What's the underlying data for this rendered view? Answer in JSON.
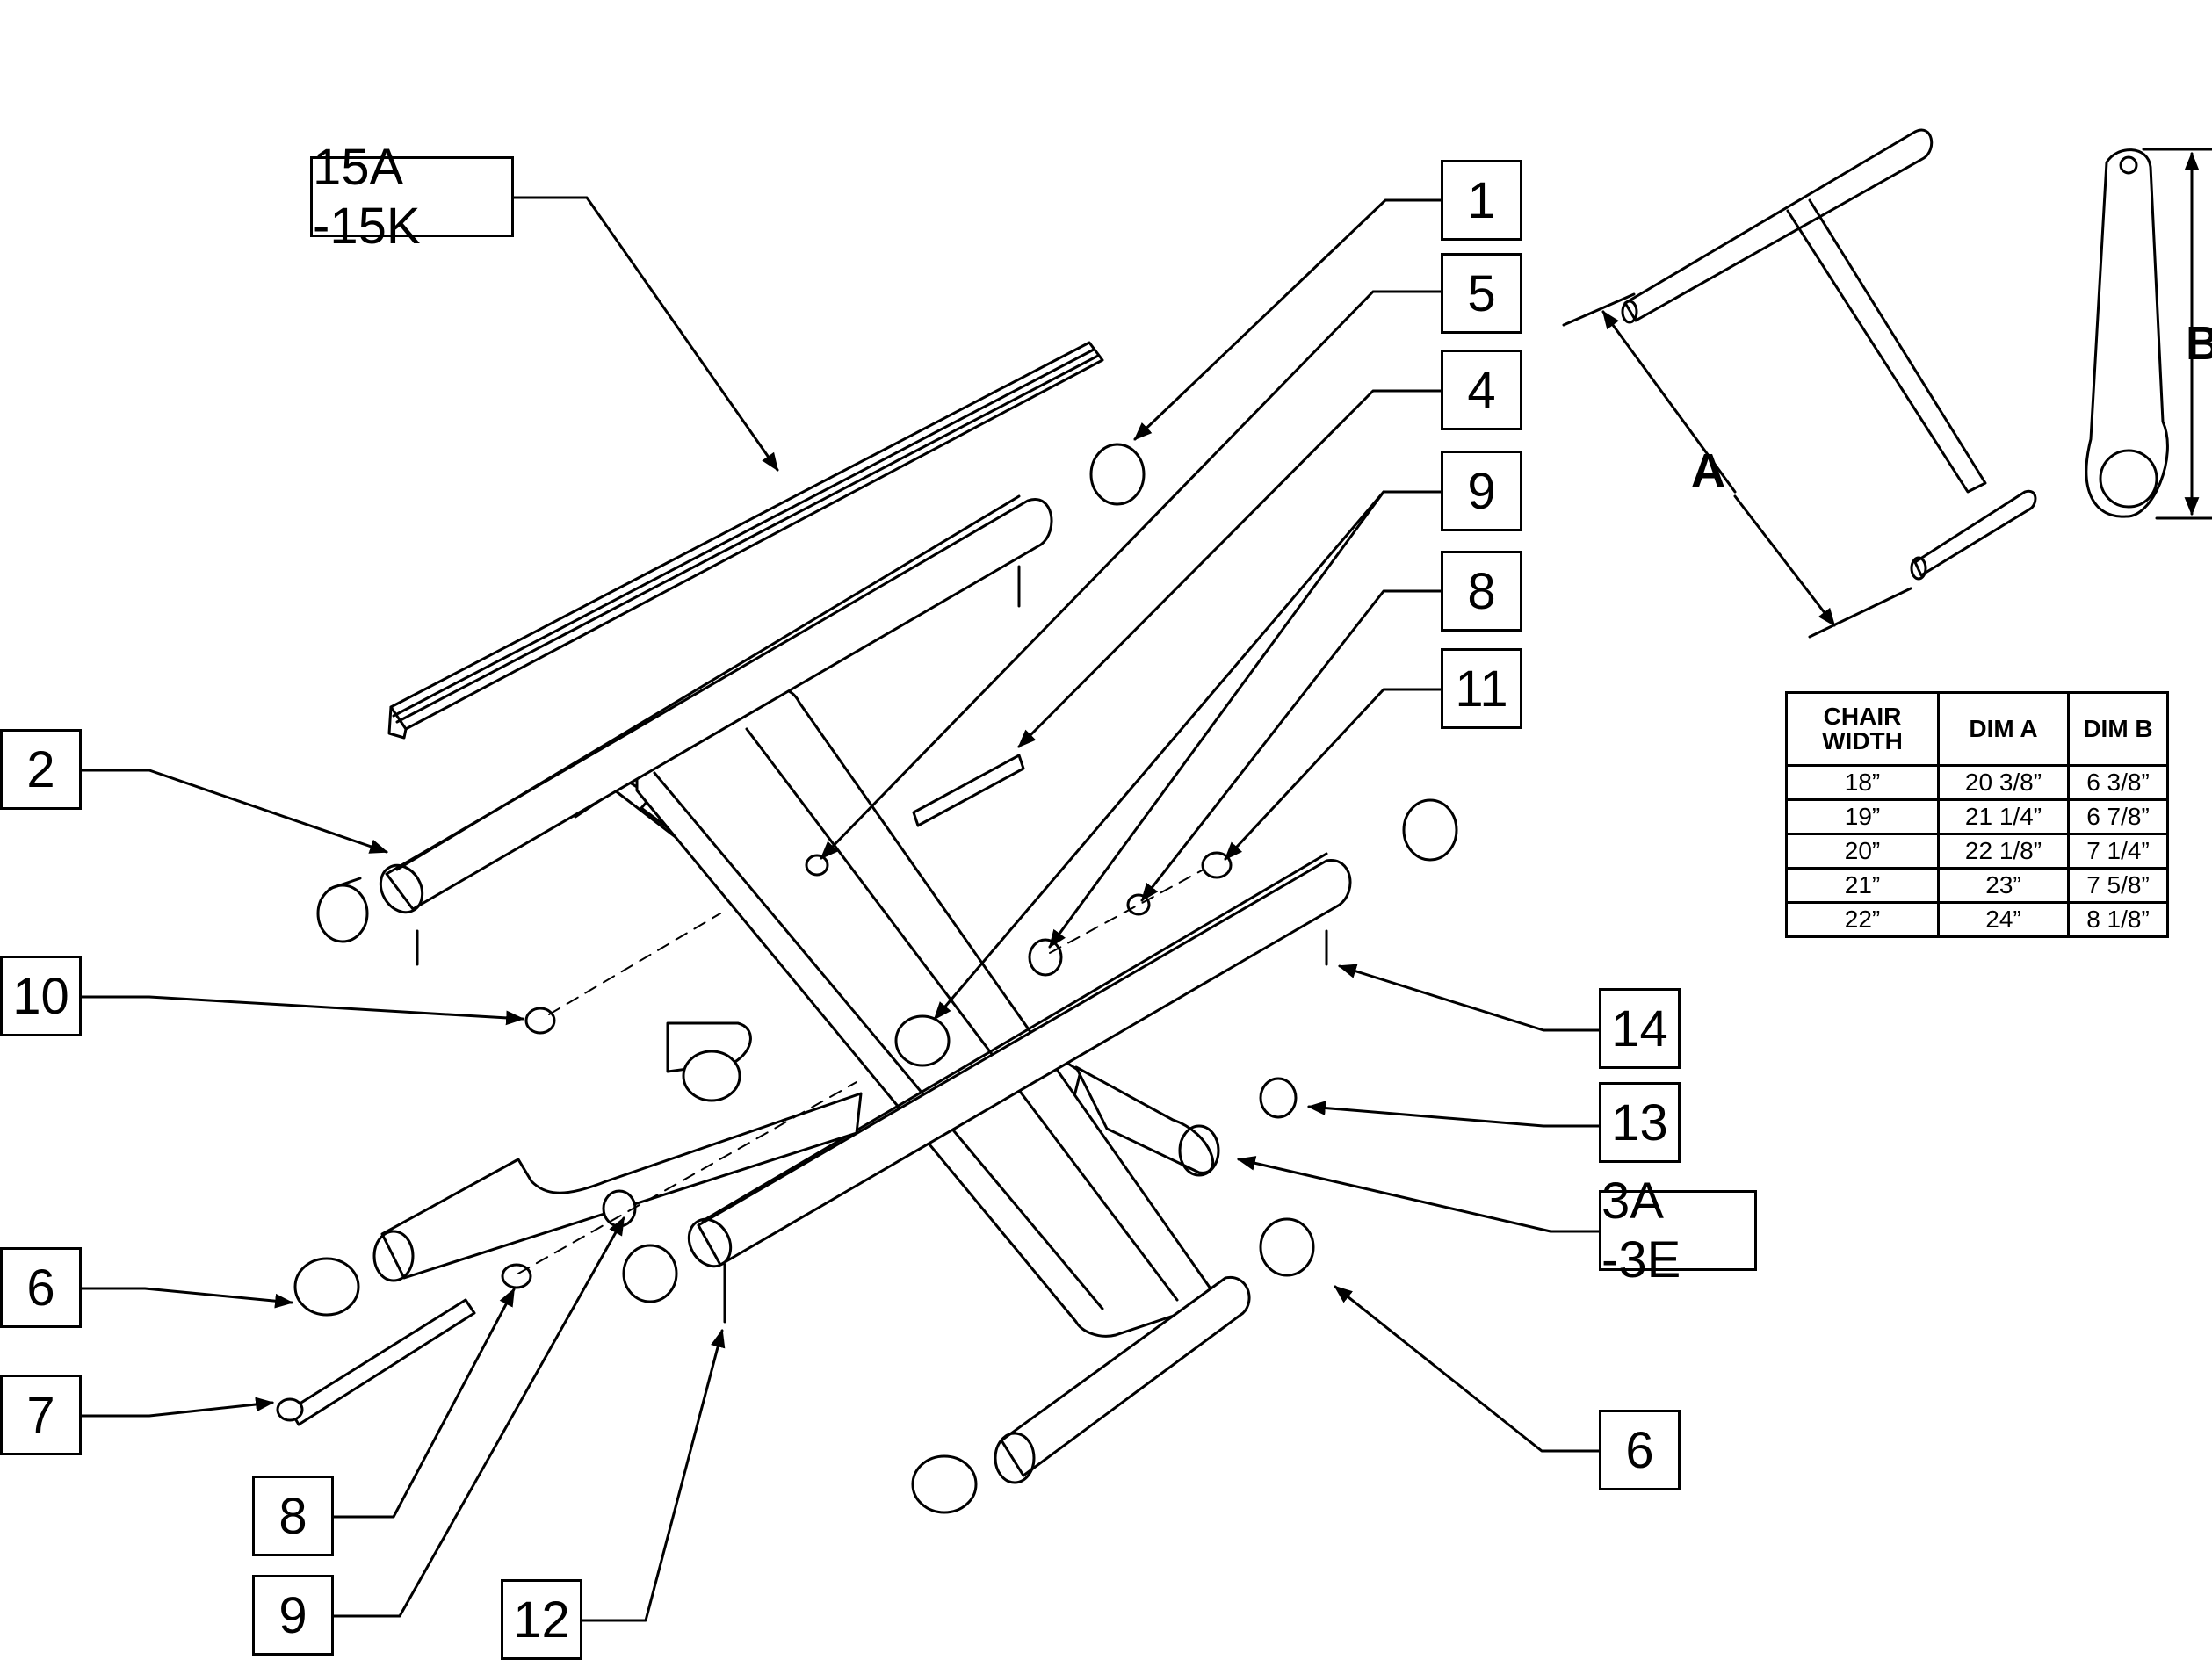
{
  "callouts": {
    "c15": "15A -15K",
    "c1": "1",
    "c5": "5",
    "c4": "4",
    "c9_top": "9",
    "c8_top": "8",
    "c11": "11",
    "c2": "2",
    "c10": "10",
    "c14": "14",
    "c13": "13",
    "c3": "3A -3E",
    "c6_left": "6",
    "c7": "7",
    "c6_right": "6",
    "c8_bottom": "8",
    "c9_bottom": "9",
    "c12": "12"
  },
  "dimensions": {
    "a": "A",
    "b": "B"
  },
  "table": {
    "headers": [
      "CHAIR WIDTH",
      "DIM A",
      "DIM B"
    ],
    "rows": [
      [
        "18”",
        "20 3/8”",
        "6 3/8”"
      ],
      [
        "19”",
        "21 1/4”",
        "6 7/8”"
      ],
      [
        "20”",
        "22 1/8”",
        "7 1/4”"
      ],
      [
        "21”",
        "23”",
        "7 5/8”"
      ],
      [
        "22”",
        "24”",
        "8 1/8”"
      ]
    ]
  }
}
